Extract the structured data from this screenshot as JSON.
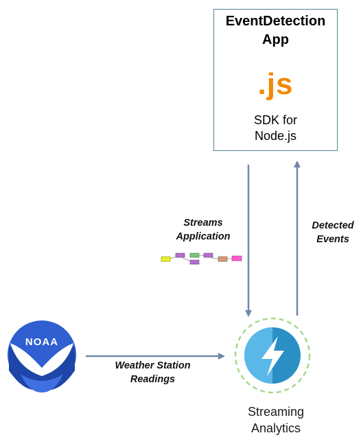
{
  "app": {
    "title": "EventDetection\nApp",
    "js_logo": ".js",
    "sdk": "SDK for\nNode.js"
  },
  "edges": {
    "streams_application": "Streams\nApplication",
    "detected_events": "Detected\nEvents",
    "weather_readings": "Weather Station\nReadings"
  },
  "nodes": {
    "noaa_logo_text": "NOAA",
    "streaming_analytics": "Streaming\nAnalytics"
  },
  "colors": {
    "arrow": "#6f87aa",
    "box_border": "#4f7f92",
    "js_orange": "#f08a00",
    "noaa_blue": "#2f5fd0",
    "sa_light_blue": "#5ab8e8",
    "sa_dark_blue": "#2a8fc4",
    "sa_ring": "#a8d88a"
  },
  "icons": [
    "js-logo-icon",
    "noaa-logo-icon",
    "streaming-analytics-icon",
    "streams-graph-icon"
  ]
}
